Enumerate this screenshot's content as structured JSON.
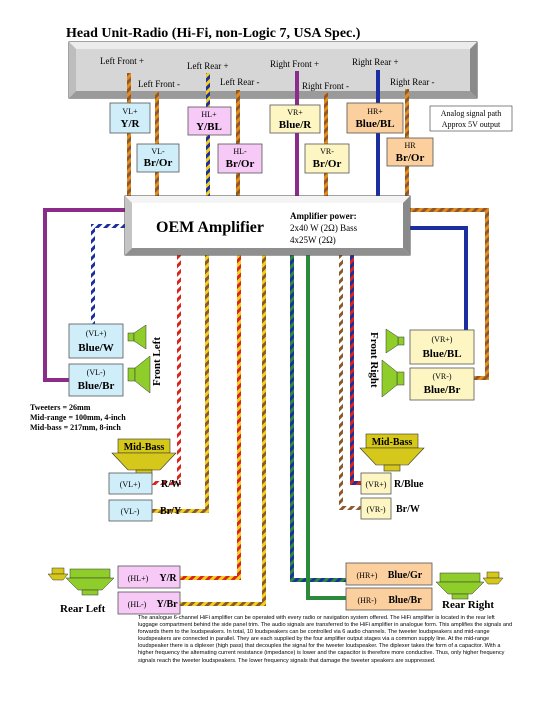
{
  "title": "Head Unit-Radio  (Hi-Fi, non-Logic 7, USA Spec.)",
  "head_unit": {
    "out_labels": [
      "Left Front +",
      "Left Front -",
      "Left Rear +",
      "Left Rear -",
      "Right Front +",
      "Right Front -",
      "Right Rear +",
      "Right Rear -"
    ],
    "analog_note_1": "Analog signal path",
    "analog_note_2": "Approx 5V output"
  },
  "pins": {
    "vl_plus": {
      "name": "VL+",
      "wire": "Y/R",
      "color": "#cfeefa"
    },
    "vl_minus": {
      "name": "VL-",
      "wire": "Br/Or",
      "color": "#cfeefa"
    },
    "hl_plus": {
      "name": "HL+",
      "wire": "Y/BL",
      "color": "#f6c9f6"
    },
    "hl_minus": {
      "name": "HL-",
      "wire": "Br/Or",
      "color": "#f6c9f6"
    },
    "vr_plus": {
      "name": "VR+",
      "wire": "Blue/R",
      "color": "#fdf6c3"
    },
    "vr_minus": {
      "name": "VR-",
      "wire": "Br/Or",
      "color": "#fdf6c3"
    },
    "hr_plus": {
      "name": "HR+",
      "wire": "Blue/BL",
      "color": "#fbcf9e"
    },
    "hr_minus": {
      "name": "HR",
      "wire": "Br/Or",
      "color": "#fbcf9e"
    }
  },
  "amplifier": {
    "title": "OEM Amplifier",
    "power_1": "Amplifier power:",
    "power_2": "2x40 W (2Ω) Bass",
    "power_3": "4x25W (2Ω)"
  },
  "front_left": {
    "label": "Front Left",
    "plus_pin": "(VL+)",
    "plus_wire": "Blue/W",
    "minus_pin": "(VL-)",
    "minus_wire": "Blue/Br"
  },
  "front_right": {
    "label": "Front Right",
    "plus_pin": "(VR+)",
    "plus_wire": "Blue/BL",
    "minus_pin": "(VR-)",
    "minus_wire": "Blue/Br"
  },
  "specs": [
    "Tweeters = 26mm",
    "Mid-range = 100mm, 4-inch",
    "Mid-bass = 217mm, 8-inch"
  ],
  "midbass_left": {
    "label": "Mid-Bass",
    "plus_pin": "(VL+)",
    "plus_wire": "R/W",
    "minus_pin": "(VL-)",
    "minus_wire": "Br/Y"
  },
  "midbass_right": {
    "label": "Mid-Bass",
    "plus_pin": "(VR+)",
    "plus_wire": "R/Blue",
    "minus_pin": "(VR-)",
    "minus_wire": "Br/W"
  },
  "rear_left": {
    "label": "Rear Left",
    "plus_pin": "(HL+)",
    "plus_wire": "Y/R",
    "minus_pin": "(HL-)",
    "minus_wire": "Y/Br"
  },
  "rear_right": {
    "label": "Rear Right",
    "plus_pin": "(HR+)",
    "plus_wire": "Blue/Gr",
    "minus_pin": "(HR-)",
    "minus_wire": "Blue/Br"
  },
  "description": "The analogue 6-channel HiFi amplifier can be operated with every radio or navigation system offered. The HiFi amplifier is located in the rear left luggage compartment behind the side panel trim. The audio signals are transferred to the HiFi amplifier in analogue form. This amplifies the signals and forwards them to the loudspeakers. In total, 10 loudspeakers can be controlled via 6 audio channels. The tweeter loudspeakers and mid-range loudspeakers are connected in parallel. They are each supplied by the four amplifier output stages via a common supply line. At the mid-range loudspeaker there is a diplexer (high pass) that decouples the signal for the tweeter loudspeaker. The diplexer takes the form of a capacitor. With a higher frequency the alternating current resistance (impedance) is lower and the capacitor is therefore more conductive. Thus, only higher frequency signals reach the tweeter loudspeakers. The lower frequency signals that damage the tweeter speakers are suppressed.",
  "colors": {
    "orange": "#e8891e",
    "brown": "#8b5a2b",
    "yellow": "#f2cf1f",
    "red": "#d8261d",
    "blue": "#1c2f9e",
    "purple": "#8b2c8b",
    "green": "#2b8a3c",
    "white": "#ffffff",
    "speaker_yellow": "#d6c81a",
    "speaker_green": "#8fce2a",
    "front_box": "#cfeefa",
    "rear_box": "#f6c9f6",
    "right_front_box": "#fdf6c3",
    "right_rear_box": "#fbcf9e"
  }
}
